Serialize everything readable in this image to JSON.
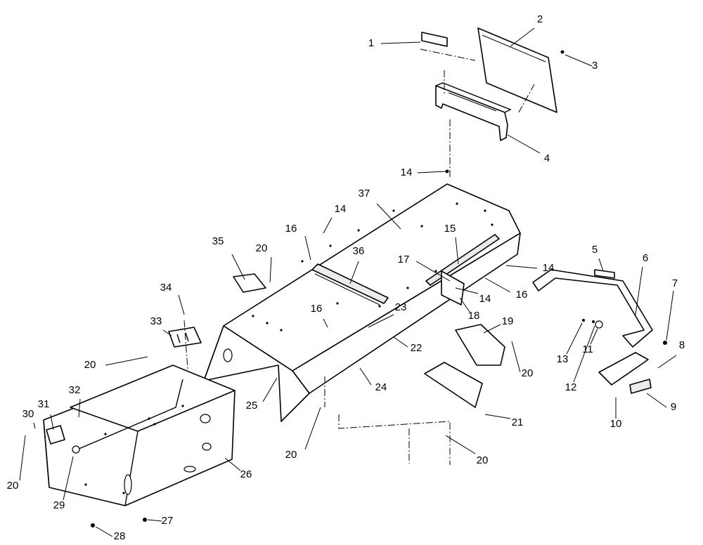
{
  "diagram": {
    "callouts": [
      {
        "id": "c1",
        "label": "1"
      },
      {
        "id": "c2",
        "label": "2"
      },
      {
        "id": "c3",
        "label": "3"
      },
      {
        "id": "c4",
        "label": "4"
      },
      {
        "id": "c5",
        "label": "5"
      },
      {
        "id": "c6",
        "label": "6"
      },
      {
        "id": "c7",
        "label": "7"
      },
      {
        "id": "c8",
        "label": "8"
      },
      {
        "id": "c9",
        "label": "9"
      },
      {
        "id": "c10",
        "label": "10"
      },
      {
        "id": "c11",
        "label": "11"
      },
      {
        "id": "c12",
        "label": "12"
      },
      {
        "id": "c13",
        "label": "13"
      },
      {
        "id": "c14a",
        "label": "14"
      },
      {
        "id": "c14b",
        "label": "14"
      },
      {
        "id": "c14c",
        "label": "14"
      },
      {
        "id": "c14d",
        "label": "14"
      },
      {
        "id": "c15",
        "label": "15"
      },
      {
        "id": "c16a",
        "label": "16"
      },
      {
        "id": "c16b",
        "label": "16"
      },
      {
        "id": "c16c",
        "label": "16"
      },
      {
        "id": "c17",
        "label": "17"
      },
      {
        "id": "c18",
        "label": "18"
      },
      {
        "id": "c19",
        "label": "19"
      },
      {
        "id": "c20a",
        "label": "20"
      },
      {
        "id": "c20b",
        "label": "20"
      },
      {
        "id": "c20c",
        "label": "20"
      },
      {
        "id": "c20d",
        "label": "20"
      },
      {
        "id": "c20e",
        "label": "20"
      },
      {
        "id": "c20f",
        "label": "20"
      },
      {
        "id": "c21",
        "label": "21"
      },
      {
        "id": "c22",
        "label": "22"
      },
      {
        "id": "c23",
        "label": "23"
      },
      {
        "id": "c24",
        "label": "24"
      },
      {
        "id": "c25",
        "label": "25"
      },
      {
        "id": "c26",
        "label": "26"
      },
      {
        "id": "c27",
        "label": "27"
      },
      {
        "id": "c28",
        "label": "28"
      },
      {
        "id": "c29",
        "label": "29"
      },
      {
        "id": "c30",
        "label": "30"
      },
      {
        "id": "c31",
        "label": "31"
      },
      {
        "id": "c32",
        "label": "32"
      },
      {
        "id": "c33",
        "label": "33"
      },
      {
        "id": "c34",
        "label": "34"
      },
      {
        "id": "c35",
        "label": "35"
      },
      {
        "id": "c36",
        "label": "36"
      },
      {
        "id": "c37",
        "label": "37"
      }
    ]
  }
}
